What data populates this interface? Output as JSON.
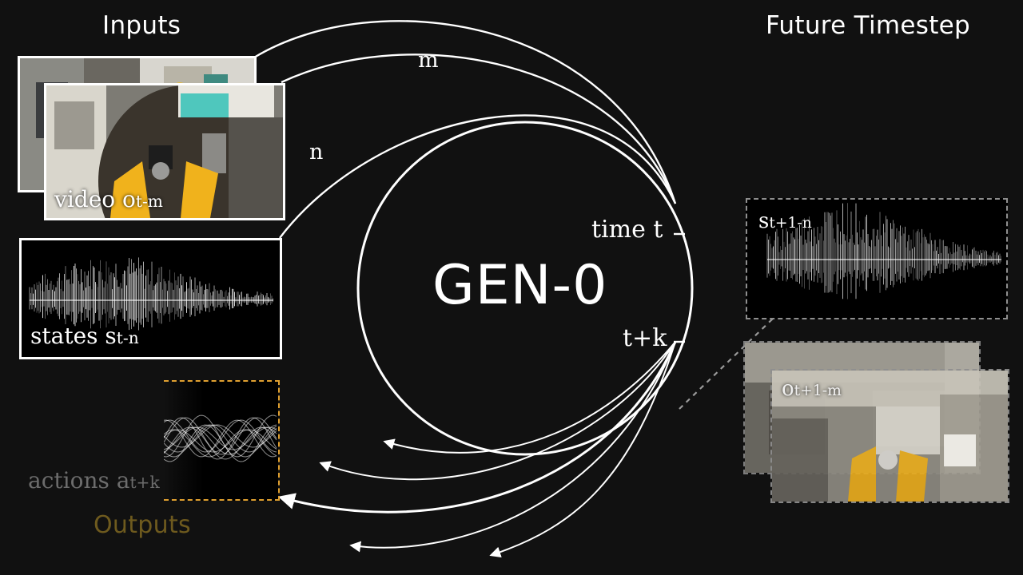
{
  "headings": {
    "inputs": "Inputs",
    "future": "Future Timestep",
    "outputs": "Outputs"
  },
  "model": {
    "name": "GEN-0",
    "time_label": "time t",
    "future_label": "t+k"
  },
  "context_labels": {
    "video_window": "m",
    "state_window": "n"
  },
  "inputs": {
    "video": {
      "prefix": "video ",
      "symbol": "o",
      "subscript": "t-m"
    },
    "states": {
      "prefix": "states ",
      "symbol": "s",
      "subscript": "t-n"
    }
  },
  "outputs": {
    "actions": {
      "prefix": "actions ",
      "symbol": "a",
      "subscript": "t+k"
    }
  },
  "future": {
    "state": {
      "symbol": "s",
      "subscript": "t+1-n"
    },
    "observation": {
      "symbol": "o",
      "subscript": "t+1-m"
    }
  },
  "colors": {
    "background": "#111111",
    "line": "#ffffff",
    "output_accent": "#e0a030",
    "output_text": "#6e5a1e",
    "dashed": "#9a9a9a"
  },
  "icons": {
    "arrow": "arrowhead-icon"
  }
}
